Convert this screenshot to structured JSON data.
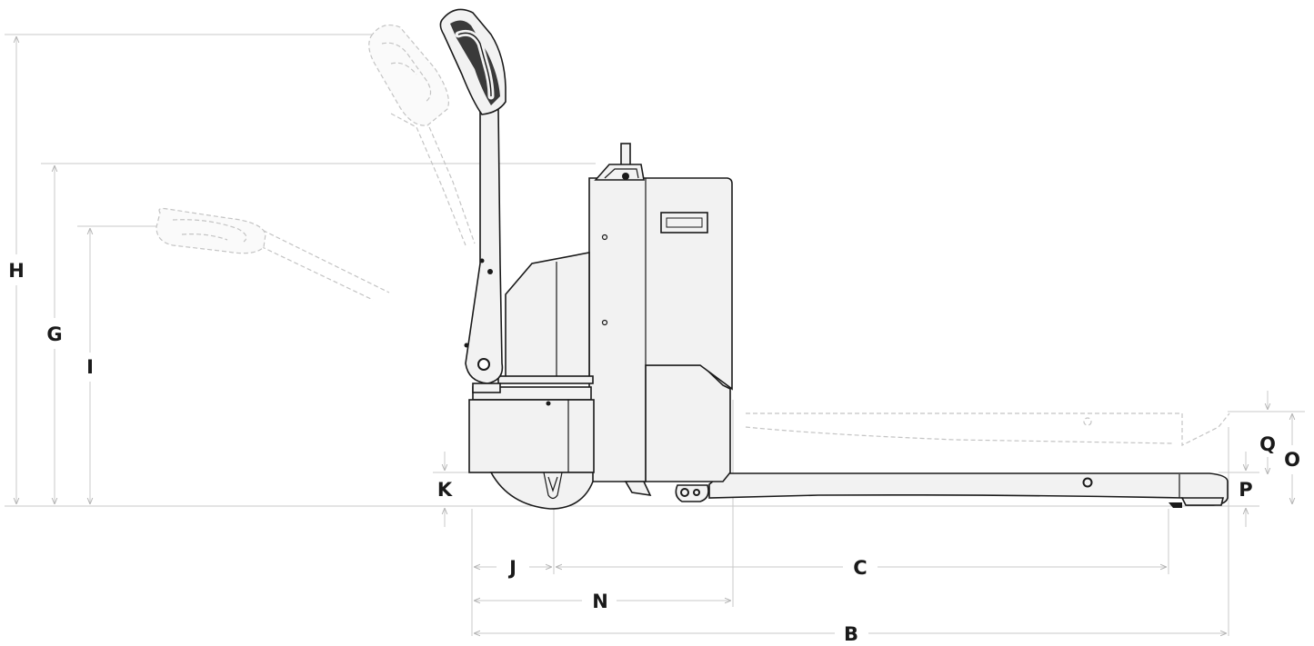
{
  "dimensions": {
    "H": "H",
    "G": "G",
    "I": "I",
    "K": "K",
    "J": "J",
    "N": "N",
    "C": "C",
    "B": "B",
    "Q": "Q",
    "O": "O",
    "P": "P"
  }
}
